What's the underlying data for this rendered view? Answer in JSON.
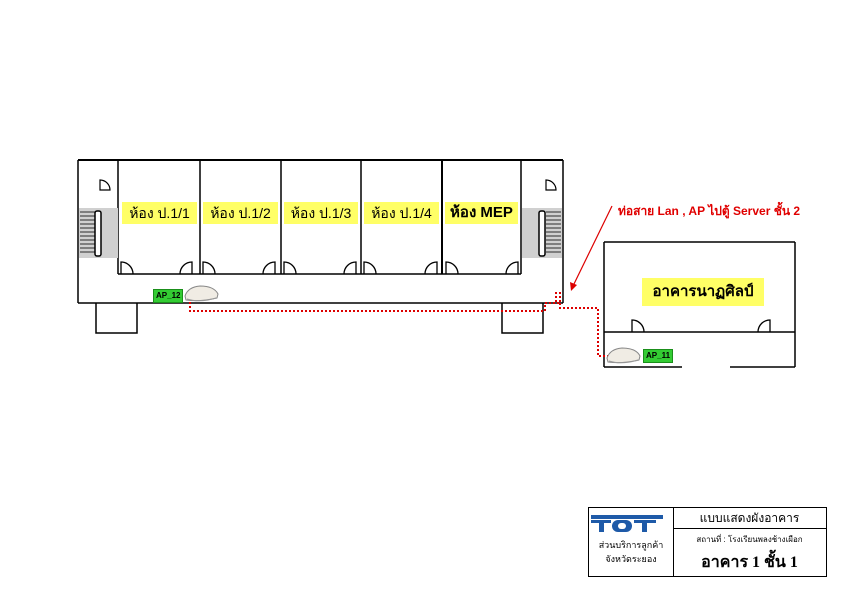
{
  "rooms": [
    {
      "name": "ห้อง ป.",
      "num": "1/1"
    },
    {
      "name": "ห้อง ป.",
      "num": "1/2"
    },
    {
      "name": "ห้อง ป.",
      "num": "1/3"
    },
    {
      "name": "ห้อง ป.",
      "num": "1/4"
    },
    {
      "name": "ห้อง MEP",
      "num": ""
    }
  ],
  "second_building": {
    "name": "อาคารนาฏศิลป์"
  },
  "access_points": [
    {
      "id": "AP_12"
    },
    {
      "id": "AP_11"
    }
  ],
  "annotation": "ท่อสาย Lan , AP ไปตู้ Server ชั้น 2",
  "title_block": {
    "logo": "TOT",
    "org_line1": "ส่วนบริการลูกค้า",
    "org_line2": "จังหวัดระยอง",
    "header": "แบบแสดงผังอาคาร",
    "site": "สถานที่ : โรงเรียนพลงช้างเผือก",
    "floor": "อาคาร 1 ชั้น 1"
  },
  "colors": {
    "label_bg": "#ffff66",
    "ap_tag": "#33cc33",
    "cable": "#dd0000",
    "logo": "#1e5aa8"
  }
}
